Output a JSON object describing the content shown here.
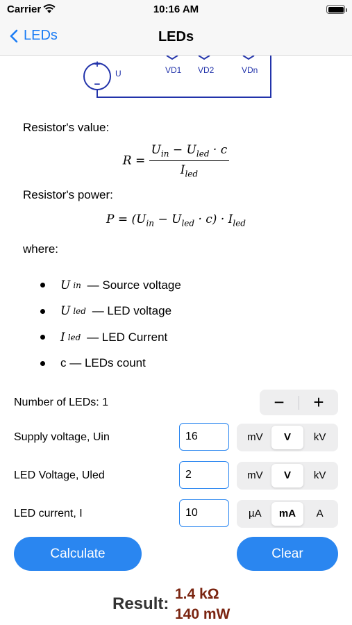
{
  "status_bar": {
    "carrier": "Carrier",
    "time": "10:16 AM"
  },
  "nav": {
    "back_label": "LEDs",
    "title": "LEDs"
  },
  "schematic": {
    "source_label": "U",
    "diodes": [
      "VD1",
      "VD2",
      "VDn"
    ]
  },
  "content": {
    "resistor_value_heading": "Resistor's value:",
    "resistor_power_heading": "Resistor's power:",
    "where_label": "where:",
    "formula_r": {
      "lhs": "R =",
      "numerator": "U",
      "num_sub1": "in",
      "num_mid": " − U",
      "num_sub2": "led",
      "num_end": " · c",
      "denominator": "I",
      "den_sub": "led"
    },
    "formula_p": {
      "a": "P = (U",
      "a_sub": "in",
      "b": " − U",
      "b_sub": "led",
      "c": " · c) · I",
      "c_sub": "led"
    },
    "bullets": [
      {
        "sym": "U",
        "sub": "in",
        "text": "— Source voltage"
      },
      {
        "sym": "U",
        "sub": "led",
        "text": "— LED voltage"
      },
      {
        "sym": "I",
        "sub": "led",
        "text": "— LED Current"
      },
      {
        "sym": "",
        "sub": "",
        "text": "c — LEDs count"
      }
    ]
  },
  "form": {
    "leds_count_label": "Number of LEDs: 1",
    "stepper": {
      "minus": "−",
      "plus": "+"
    },
    "supply": {
      "label": "Supply voltage, Uin",
      "value": "16",
      "units": [
        "mV",
        "V",
        "kV"
      ],
      "selected": "V"
    },
    "led_voltage": {
      "label": "LED Voltage, Uled",
      "value": "2",
      "units": [
        "mV",
        "V",
        "kV"
      ],
      "selected": "V"
    },
    "led_current": {
      "label": "LED current, I",
      "value": "10",
      "units": [
        "µA",
        "mA",
        "A"
      ],
      "selected": "mA"
    }
  },
  "buttons": {
    "calculate": "Calculate",
    "clear": "Clear"
  },
  "result": {
    "label": "Result:",
    "resistance": "1.4 kΩ",
    "power": "140 mW"
  },
  "colors": {
    "accent": "#2a86f0",
    "result": "#7a2410",
    "schematic": "#2233aa"
  }
}
